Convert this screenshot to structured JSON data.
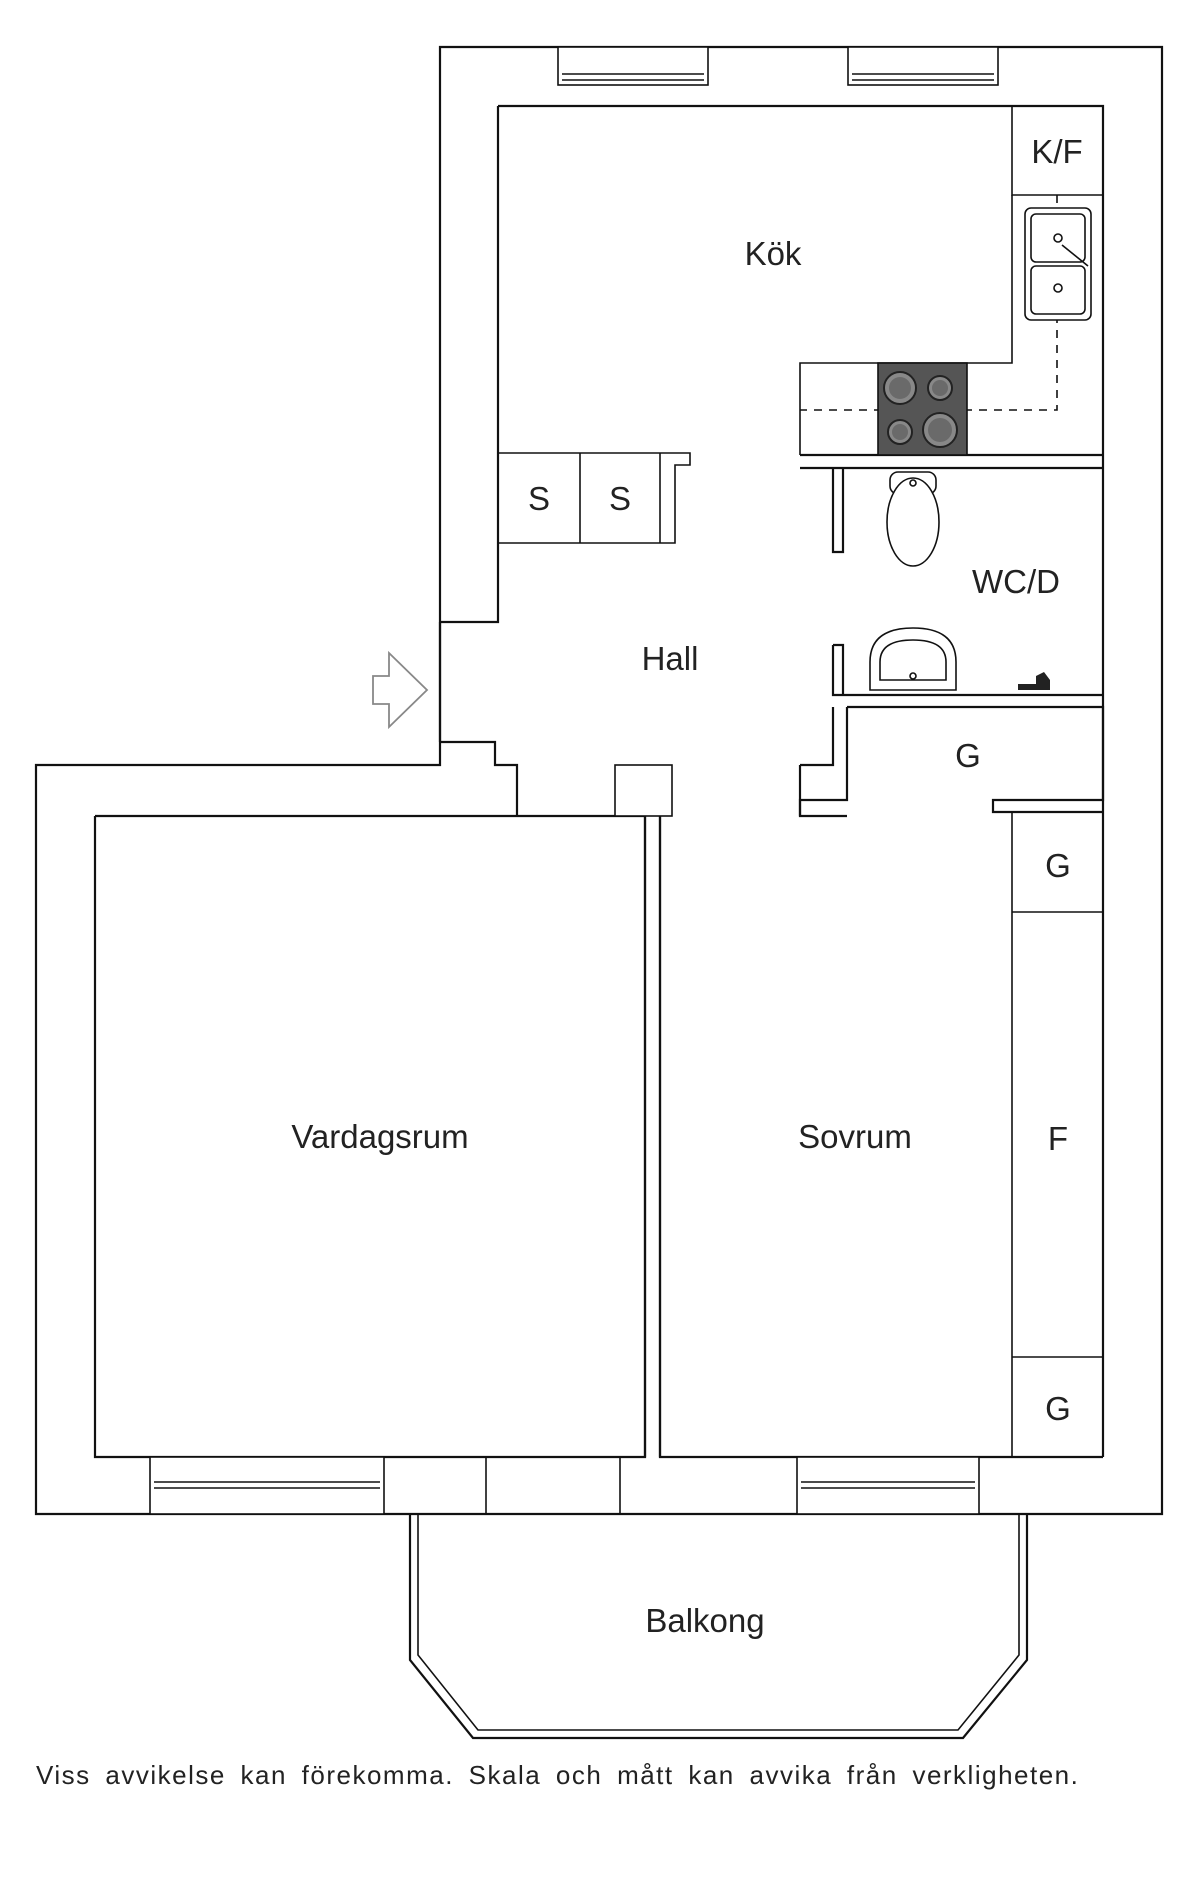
{
  "rooms": {
    "kitchen": "Kök",
    "pantry_fridge": "K/F",
    "storage_1": "S",
    "storage_2": "S",
    "hall": "Hall",
    "bathroom": "WC/D",
    "closet_hall": "G",
    "closet_top": "G",
    "wardrobe": "F",
    "closet_bottom": "G",
    "living_room": "Vardagsrum",
    "bedroom": "Sovrum",
    "balcony": "Balkong"
  },
  "disclaimer": "Viss avvikelse kan förekomma. Skala och mått kan avvika från verkligheten.",
  "icons": [
    "entrance-arrow-icon",
    "sink-icon",
    "stove-icon",
    "toilet-icon",
    "washbasin-icon",
    "faucet-icon"
  ],
  "colors": {
    "walls": "#111111",
    "stove": "#555555",
    "background": "#ffffff"
  }
}
